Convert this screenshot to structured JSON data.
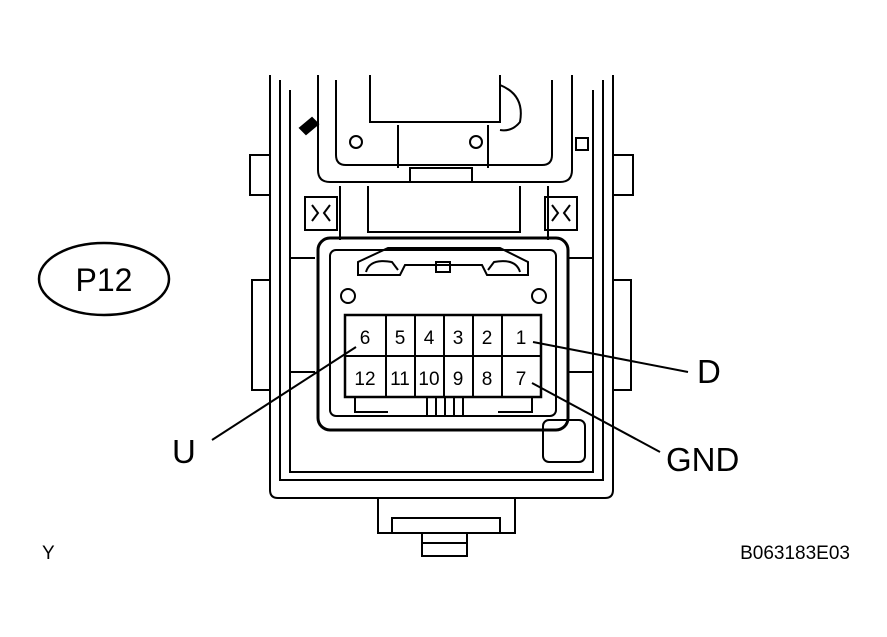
{
  "connector": {
    "id": "P12",
    "pins_top_row": [
      "6",
      "5",
      "4",
      "3",
      "2",
      "1"
    ],
    "pins_bottom_row": [
      "12",
      "11",
      "10",
      "9",
      "8",
      "7"
    ]
  },
  "callouts": {
    "d": "D",
    "u": "U",
    "gnd": "GND"
  },
  "harness_color": "Y",
  "figure_code": "B063183E03"
}
